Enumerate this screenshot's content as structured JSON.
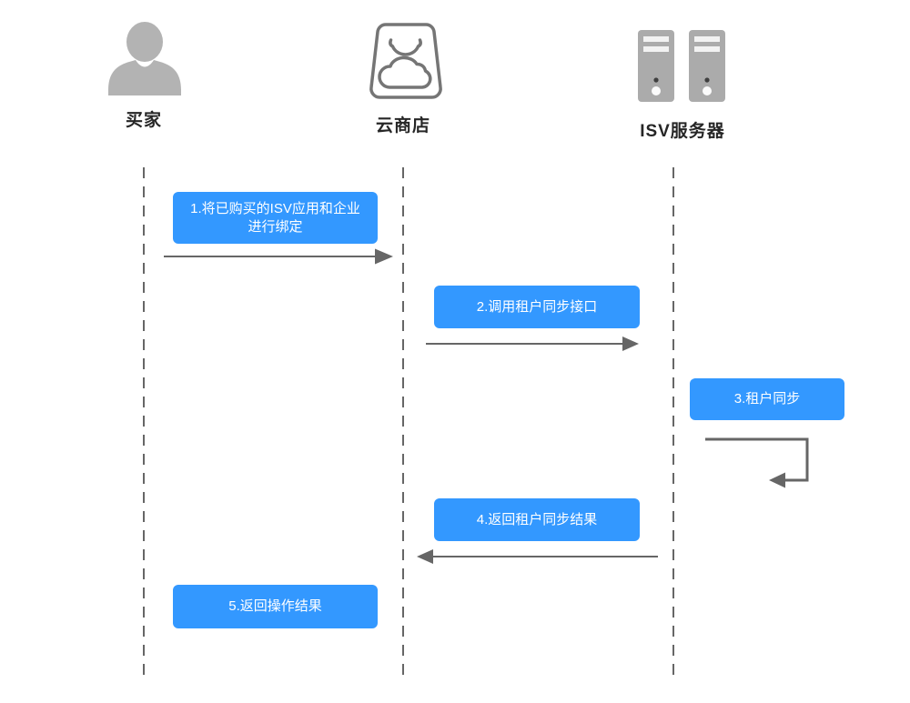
{
  "diagram": {
    "type": "sequence-flow",
    "title": "ISV tenant sync sequence",
    "colors": {
      "message_box_blue": "#3398ff",
      "message_text": "#ffffff",
      "line_gray": "#666666",
      "icon_gray": "#b3b3b3",
      "bag_outline_gray": "#757575",
      "server_gray": "#ababab",
      "label_text": "#262626"
    },
    "actors": [
      {
        "id": "buyer",
        "label": "买家",
        "icon": "person-icon"
      },
      {
        "id": "cloudstore",
        "label": "云商店",
        "icon": "store-bag-cloud-icon"
      },
      {
        "id": "isvserver",
        "label": "ISV服务器",
        "icon": "servers-icon"
      }
    ],
    "messages": [
      {
        "step": 1,
        "label": "1.将已购买的ISV应用和企业\n进行绑定",
        "from": "买家",
        "to": "云商店",
        "direction": "right-arrow"
      },
      {
        "step": 2,
        "label": "2.调用租户同步接口",
        "from": "云商店",
        "to": "ISV服务器",
        "direction": "right-arrow"
      },
      {
        "step": 3,
        "label": "3.租户同步",
        "from": "ISV服务器",
        "to": "ISV服务器",
        "direction": "self-loop"
      },
      {
        "step": 4,
        "label": "4.返回租户同步结果",
        "from": "ISV服务器",
        "to": "云商店",
        "direction": "left-arrow"
      },
      {
        "step": 5,
        "label": "5.返回操作结果",
        "from": "云商店",
        "to": "买家",
        "direction": "no-arrow"
      }
    ]
  }
}
